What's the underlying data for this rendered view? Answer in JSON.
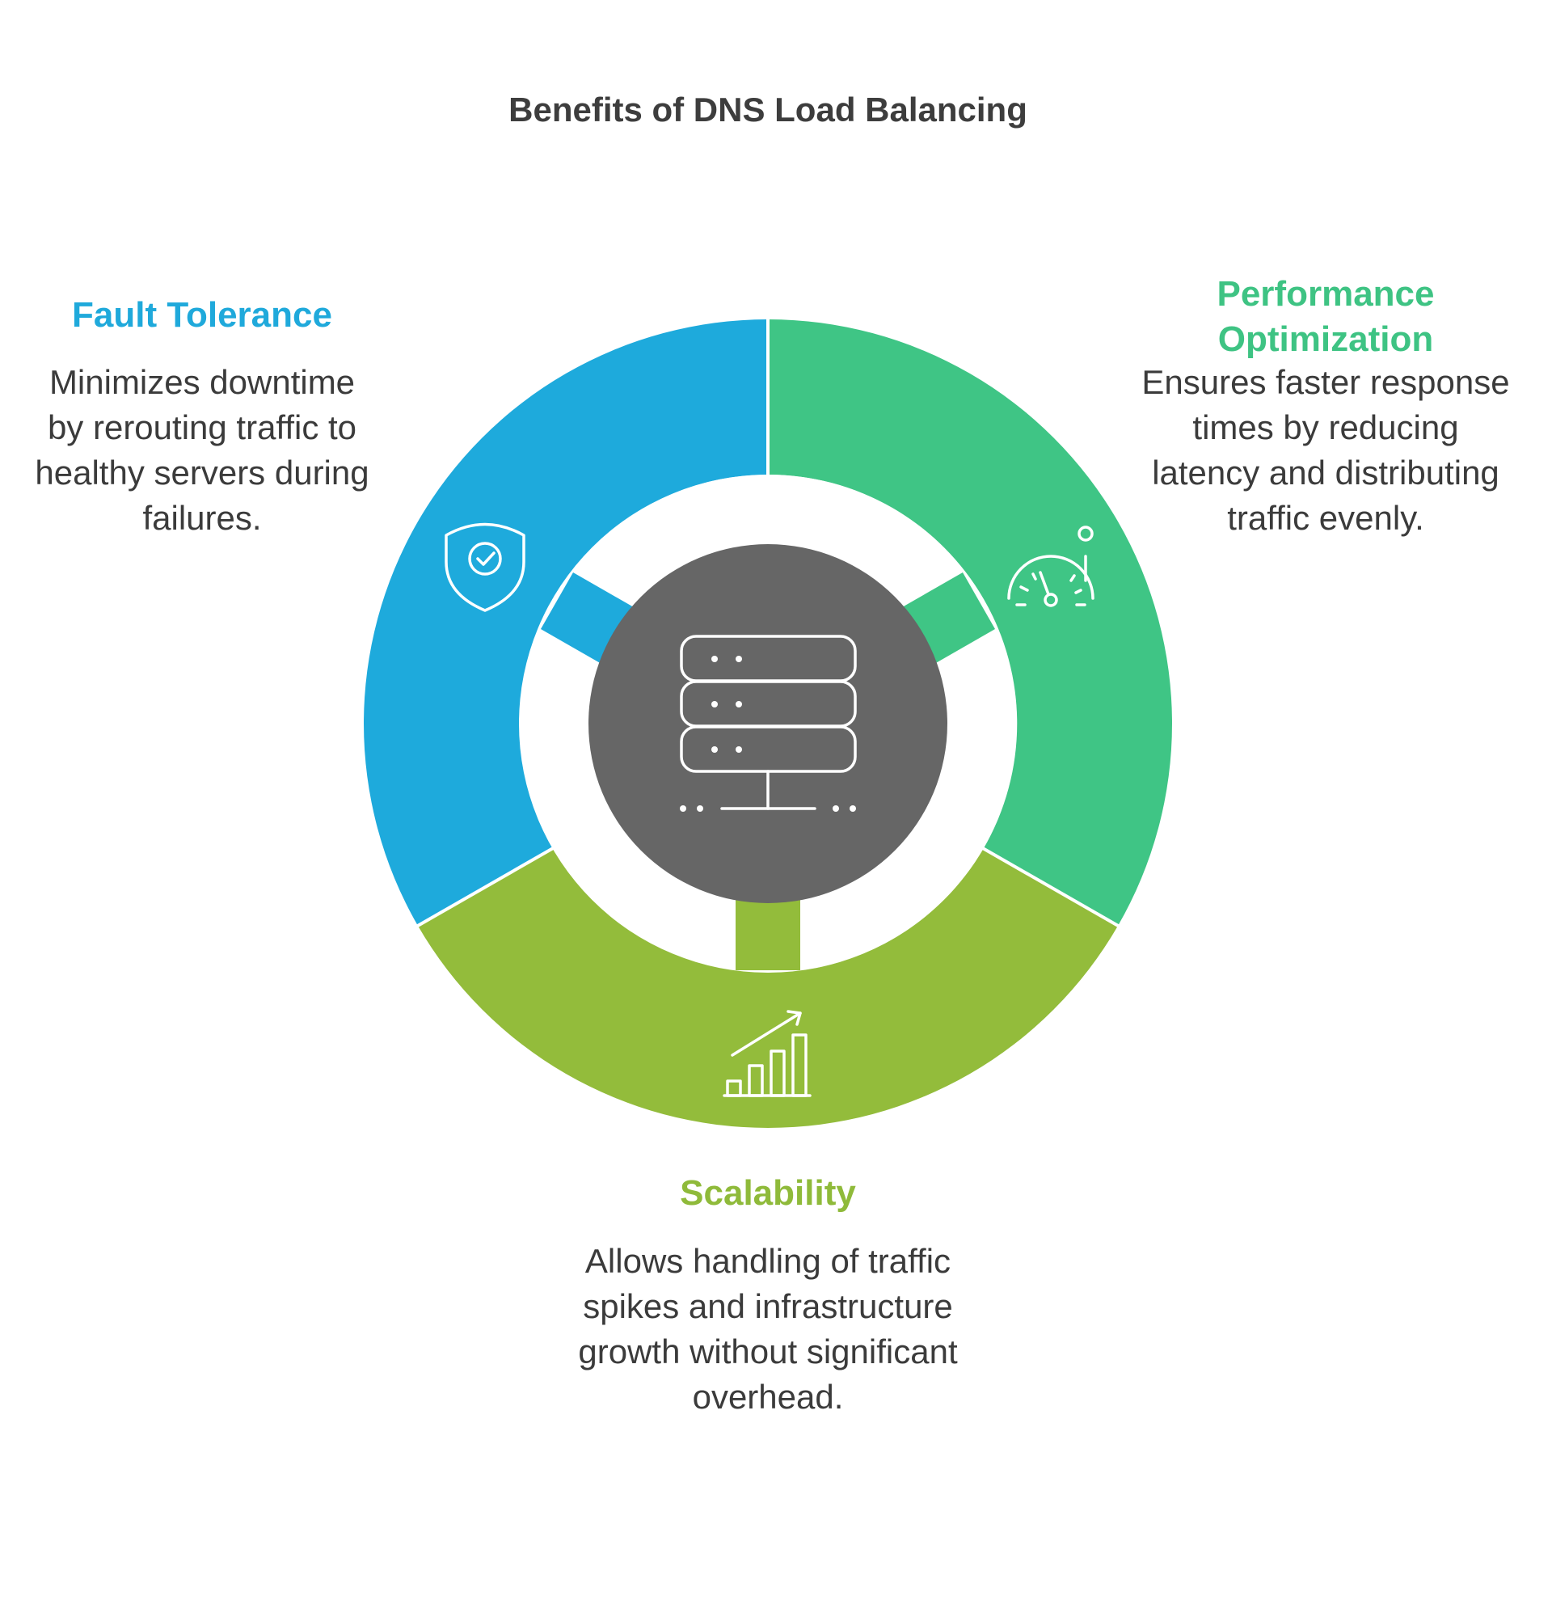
{
  "title": "Benefits of DNS Load Balancing",
  "segments": [
    {
      "id": "fault-tolerance",
      "heading": "Fault Tolerance",
      "description": "Minimizes downtime by rerouting traffic to healthy servers during failures.",
      "color": "#1eaadc",
      "icon": "shield-check-icon"
    },
    {
      "id": "performance-optimization",
      "heading": "Performance\nOptimization",
      "description": "Ensures faster response times by reducing latency and distributing traffic evenly.",
      "color": "#3fc585",
      "icon": "speedometer-icon"
    },
    {
      "id": "scalability",
      "heading": "Scalability",
      "description": "Allows handling of traffic spikes and infrastructure growth without significant overhead.",
      "color": "#93bc3b",
      "icon": "growth-chart-icon"
    }
  ],
  "center": {
    "color": "#666666",
    "icon": "server-icon"
  }
}
